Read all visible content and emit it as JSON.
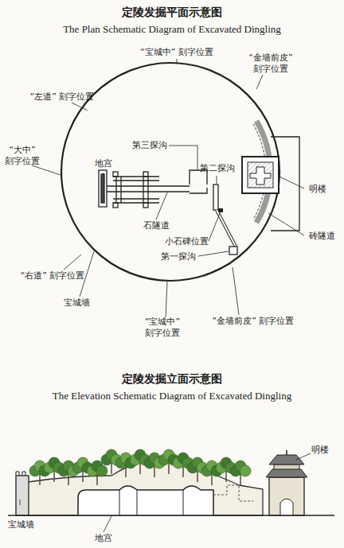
{
  "diagram": {
    "title": "定陵发掘平面示意图",
    "labels": [
      "The Plan Schematic Diagram of Excavated Dingling",
      "“宝城中” 刻字位置",
      "“金墙前皮” 刻字位置",
      "“左道” 刻字位置",
      "“大中” 刻字位置",
      "地宫",
      "第三探沟",
      "第二探沟",
      "明楼",
      "石隧道",
      "砖隧道",
      "小石碑位置",
      "第一探沟",
      "“右道” 刻字位置",
      "宝城墙",
      "“宝城中” 刻字位置",
      "“金墙前皮” 刻字位置",
      "定陵发掘立面示意图",
      "The Elevation Schematic Diagram of Excavated Dingling",
      "明楼",
      "宝城墙",
      "地宫"
    ]
  }
}
